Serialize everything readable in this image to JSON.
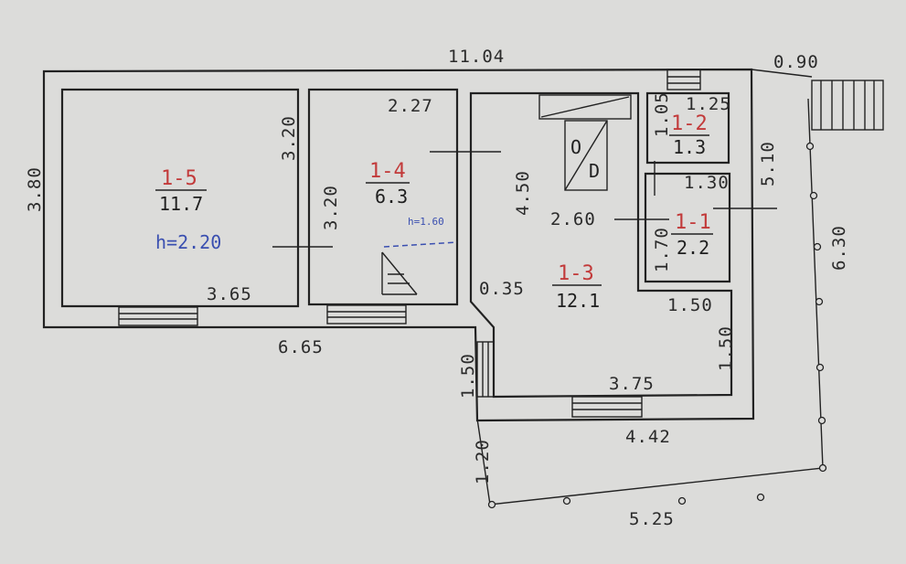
{
  "dimensions": {
    "overall_length": "11.04",
    "porch_offset": "0.90",
    "left_height": "3.80",
    "room5_inner_height": "3.20",
    "room5_width": "3.65",
    "room4_height": "3.20",
    "room4_width": "2.27",
    "lower_left_run": "6.65",
    "room3_upper_length": "4.50",
    "room3_inner_width": "2.60",
    "small_jog": "0.35",
    "room2_width": "1.25",
    "room2_height": "1.05",
    "room1_width": "1.30",
    "room1_height": "1.70",
    "right_wall_height": "5.10",
    "step_width": "1.50",
    "step_height": "1.50",
    "room3_lower_width": "3.75",
    "bottom_block_width": "4.42",
    "left_jog": "1.50",
    "terrace_depth": "1.20",
    "terrace_length": "5.25",
    "terrace_side": "6.30"
  },
  "rooms": [
    {
      "id": "1-5",
      "area": "11.7",
      "note": "h=2.20"
    },
    {
      "id": "1-4",
      "area": "6.3",
      "note": "h=1.60"
    },
    {
      "id": "1-3",
      "area": "12.1"
    },
    {
      "id": "1-2",
      "area": "1.3"
    },
    {
      "id": "1-1",
      "area": "2.2"
    }
  ],
  "stove_labels": [
    "O",
    "D"
  ]
}
